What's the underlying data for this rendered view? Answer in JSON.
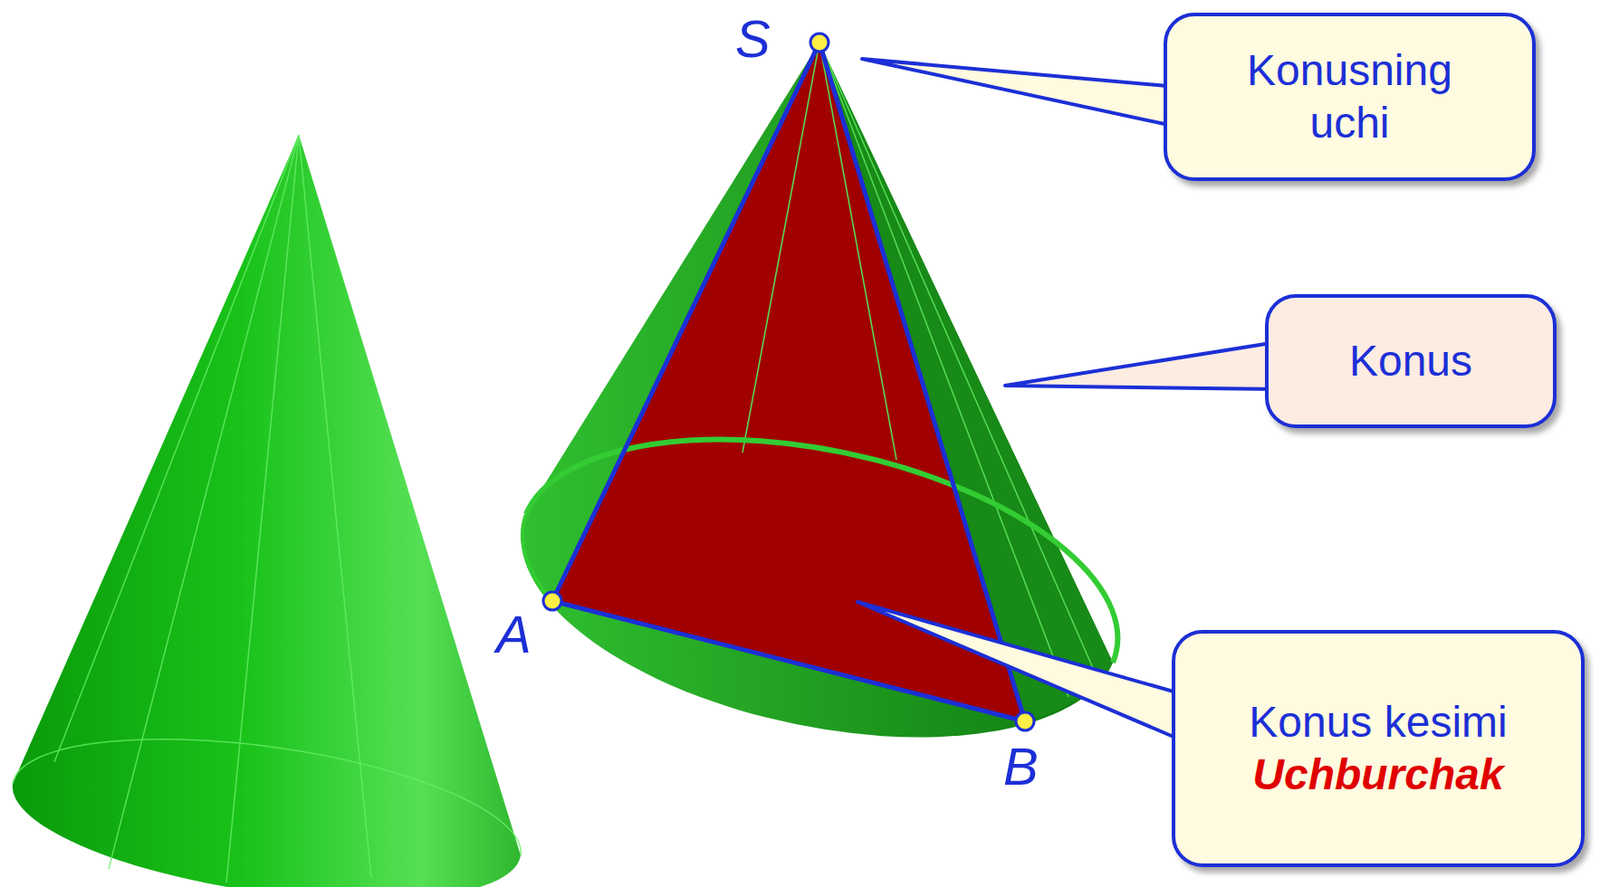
{
  "diagram": {
    "nodes": [
      {
        "text": [
          "Konusning uchi"
        ]
      },
      {
        "text": [
          "Konus"
        ]
      },
      {
        "text": [
          "Konus kesimi",
          "Uchburchak"
        ]
      }
    ],
    "labels": [
      "S",
      "A",
      "B"
    ]
  }
}
